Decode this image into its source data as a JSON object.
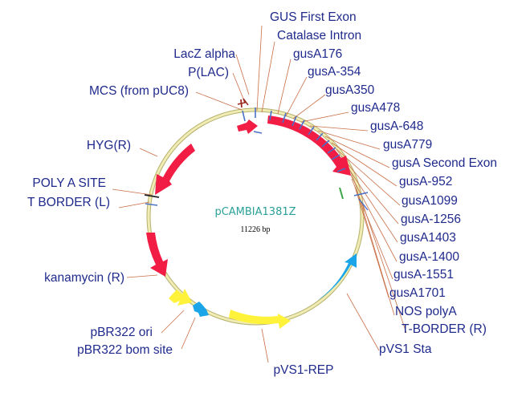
{
  "plasmid": {
    "name": "pCAMBIA1381Z",
    "size": "11226 bp"
  },
  "colors": {
    "backbone": "#f0ecb4",
    "backbone_edge": "#b5b16e",
    "red_feature": "#f21d45",
    "yellow_feature": "#fff23a",
    "blue_feature": "#1aa5e8",
    "site_tick": "#4a6fc8",
    "leader_line": "#c96e46",
    "label_text": "#1f2a8c"
  },
  "labels": {
    "gus_first_exon": "GUS First Exon",
    "catalase_intron": "Catalase Intron",
    "gusa176": "gusA176",
    "gusa_m354": "gusA-354",
    "gusa350": "gusA350",
    "gusa478": "gusA478",
    "gusa_m648": "gusA-648",
    "gusa779": "gusA779",
    "gusa_second_exon": "gusA Second Exon",
    "gusa_m952": "gusA-952",
    "gusa1099": "gusA1099",
    "gusa_m1256": "gusA-1256",
    "gusa1403": "gusA1403",
    "gusa_m1400": "gusA-1400",
    "gusa_m1551": "gusA-1551",
    "gusa1701": "gusA1701",
    "nos_polya": "NOS polyA",
    "t_border_r": "T-BORDER (R)",
    "pvs1_sta": "pVS1 Sta",
    "pvs1_rep": "pVS1-REP",
    "pbr322_bom": "pBR322 bom site",
    "pbr322_ori": "pBR322 ori",
    "kanamycin": "kanamycin (R)",
    "t_border_l": "T BORDER (L)",
    "poly_a_site": "POLY A SITE",
    "hyg": "HYG(R)",
    "mcs": "MCS (from pUC8)",
    "plac": "P(LAC)",
    "lacz_alpha": "LacZ alpha"
  }
}
